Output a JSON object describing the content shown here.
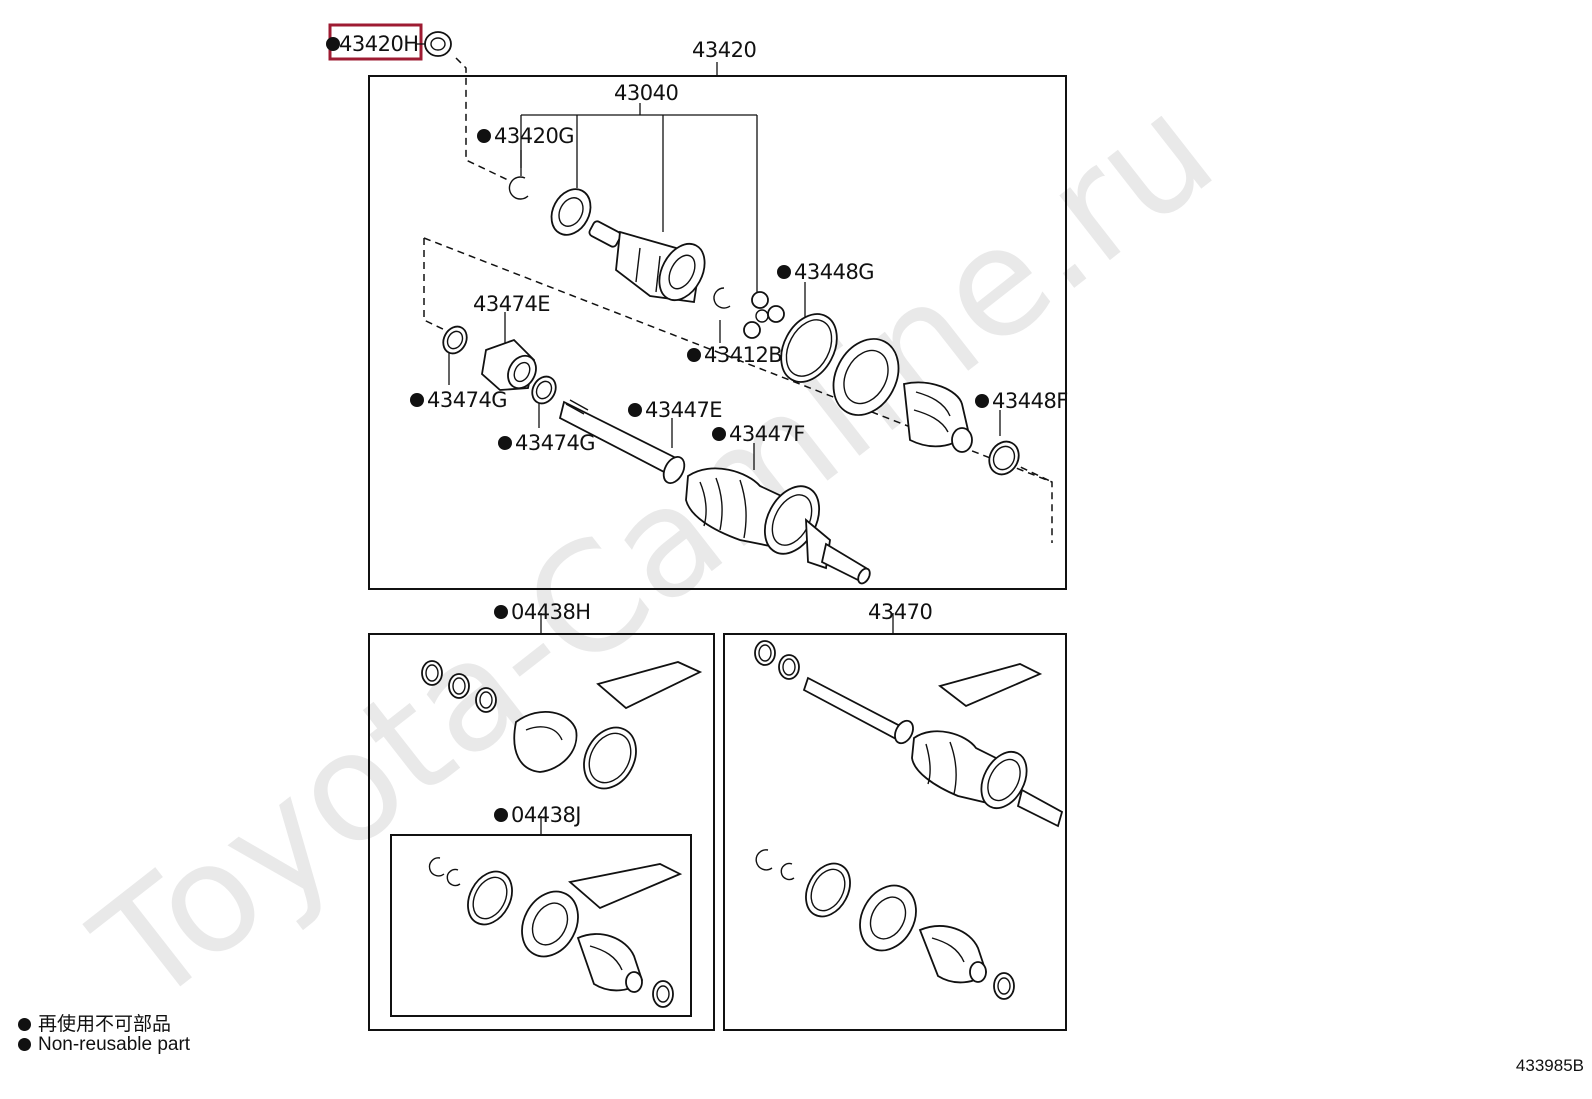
{
  "watermark": "Toyota-Camline.ru",
  "highlight_color": "#9e1b32",
  "parts": {
    "p43420H": "43420H",
    "p43420": "43420",
    "p43040": "43040",
    "p43420G": "43420G",
    "p43448G": "43448G",
    "p43474E": "43474E",
    "p43412B": "43412B",
    "p43474G_a": "43474G",
    "p43474G_b": "43474G",
    "p43447E": "43447E",
    "p43447F": "43447F",
    "p43448F": "43448F",
    "p04438H": "04438H",
    "p43470": "43470",
    "p04438J": "04438J"
  },
  "legend": {
    "line1": "再使用不可部品",
    "line2": "Non-reusable part"
  },
  "diagram_code": "433985B"
}
